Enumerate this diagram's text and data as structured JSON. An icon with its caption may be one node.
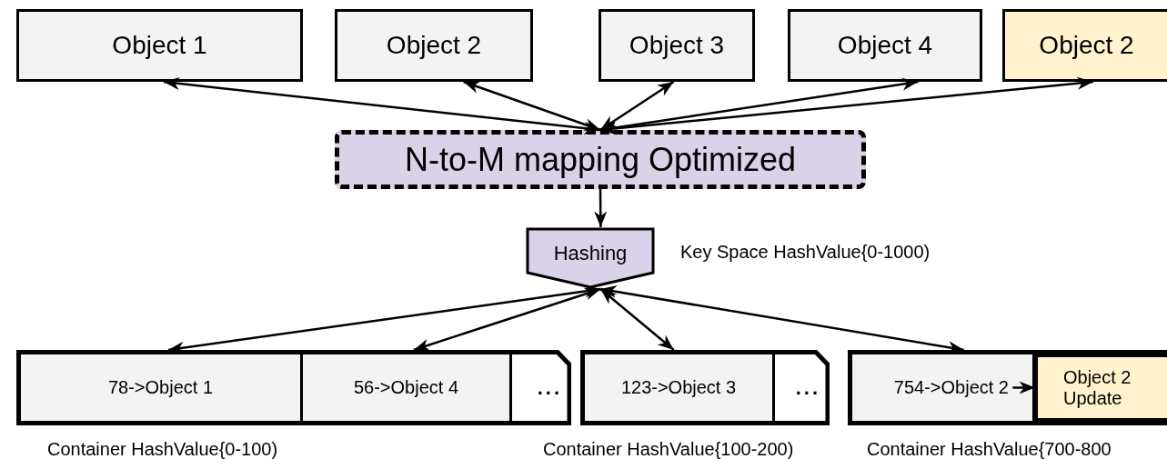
{
  "diagram": {
    "nodes": [
      {
        "text": [
          "Object 1"
        ]
      },
      {
        "text": [
          "Object 2"
        ]
      },
      {
        "text": [
          "Object 3"
        ]
      },
      {
        "text": [
          "Object 4"
        ]
      },
      {
        "text": [
          "Object 2"
        ]
      },
      {
        "text": [
          "N-to-M mapping Optimized"
        ]
      },
      {
        "text": [
          "Hashing"
        ],
        "beside": [
          "Key Space HashValue{0-1000)"
        ]
      },
      {
        "text": [
          "..."
        ],
        "beside": [
          "Container HashValue{0-100)"
        ]
      },
      {
        "text": [
          "78->Object 1"
        ],
        "in": 7
      },
      {
        "text": [
          "56->Object 4"
        ],
        "in": 7
      },
      {
        "text": [
          "..."
        ],
        "beside": [
          "Container HashValue{100-200)"
        ]
      },
      {
        "text": [
          "123->Object 3"
        ],
        "in": 10
      },
      {
        "text": [],
        "shape": "box",
        "beside": [
          "Container HashValue{700-800"
        ]
      },
      {
        "text": [
          "754->Object 2"
        ],
        "in": 12
      },
      {
        "text": [
          "Object 2 Update"
        ],
        "in": 12
      }
    ],
    "edges": [
      {
        "from": 5,
        "to": 0,
        "arrow": "both"
      },
      {
        "from": 5,
        "to": 1,
        "arrow": "both"
      },
      {
        "from": 5,
        "to": 2,
        "arrow": "both"
      },
      {
        "from": 5,
        "to": 3,
        "arrow": "both"
      },
      {
        "from": 5,
        "to": 4,
        "arrow": "both"
      },
      {
        "from": 5,
        "to": 6,
        "arrow": "to"
      },
      {
        "from": 6,
        "to": 8,
        "arrow": "both"
      },
      {
        "from": 6,
        "to": 9,
        "arrow": "both"
      },
      {
        "from": 6,
        "to": 11,
        "arrow": "both"
      },
      {
        "from": 6,
        "to": 13,
        "arrow": "both"
      },
      {
        "from": 13,
        "to": 14,
        "arrow": "to"
      }
    ]
  }
}
